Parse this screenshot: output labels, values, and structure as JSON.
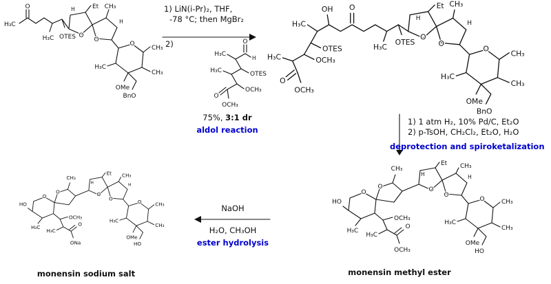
{
  "colors": {
    "ink": "#111111",
    "accent_blue": "#0000cc",
    "background": "#ffffff"
  },
  "steps": {
    "step1": {
      "line1": "1) LiN(i-Pr)₂, THF,",
      "line2": "-78 °C; then MgBr₂",
      "line3": "2)",
      "yield_prefix": "75%, ",
      "yield_bold": "3:1 dr",
      "label": "aldol reaction"
    },
    "step2": {
      "line1": "1) 1 atm H₂, 10% Pd/C, Et₂O",
      "line2": "2) p-TsOH, CH₂Cl₂, Et₂O, H₂O",
      "label": "deprotection and spiroketalization"
    },
    "step3": {
      "line1": "NaOH",
      "line2": "H₂O, CH₃OH",
      "label": "ester hydrolysis"
    }
  },
  "structures": {
    "a": {
      "labels": [
        "H₃C",
        "O",
        "H₃C",
        "OTES",
        "O",
        "Et",
        "CH₃",
        "O",
        "H",
        "H",
        "O",
        "CH₃",
        "CH₃",
        "H₃C",
        "OMe",
        "BnO"
      ]
    },
    "b": {
      "labels": [
        "O",
        "H",
        "H₃C",
        "OTES",
        "H₃C",
        "OCH₃",
        "O",
        "OCH₃"
      ]
    },
    "c": {
      "labels": [
        "OH",
        "O",
        "H₃C",
        "OTES",
        "OCH₃",
        "H₃C",
        "O",
        "OCH₃",
        "H₃C",
        "OTES",
        "O",
        "Et",
        "CH₃",
        "O",
        "H",
        "H",
        "O",
        "CH₃",
        "CH₃",
        "H₃C",
        "OMe",
        "BnO"
      ]
    },
    "d": {
      "caption": "monensin methyl ester",
      "labels": [
        "HO",
        "O",
        "H₃C",
        "O",
        "CH₃",
        "OCH₃",
        "H₃C",
        "O",
        "OCH₃",
        "O",
        "Et",
        "CH₃",
        "O",
        "H",
        "H",
        "O",
        "CH₃",
        "CH₃",
        "H₃C",
        "OMe",
        "HO"
      ]
    },
    "e": {
      "caption": "monensin sodium salt",
      "labels": [
        "HO",
        "O",
        "H₃C",
        "O",
        "CH₃",
        "OCH₃",
        "H₃C",
        "O",
        "ONa",
        "O",
        "Et",
        "CH₃",
        "O",
        "H",
        "H",
        "O",
        "CH₃",
        "CH₃",
        "H₃C",
        "OMe",
        "HO"
      ]
    }
  }
}
